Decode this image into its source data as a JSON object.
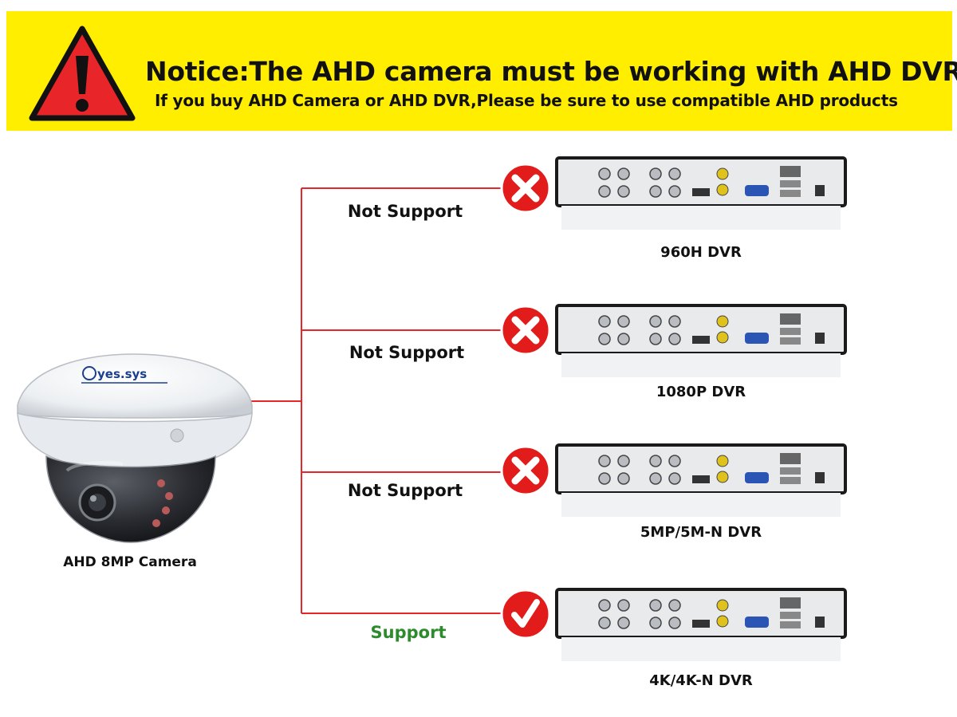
{
  "banner": {
    "title": "Notice:The AHD camera must be working with AHD DVR!",
    "subtitle": "If you buy AHD Camera or AHD DVR,Please be sure to use compatible AHD products",
    "background_color": "#ffee00",
    "icon": "warning-triangle-icon"
  },
  "camera": {
    "brand": "yes.sys",
    "label": "AHD 8MP Camera"
  },
  "connections": [
    {
      "status": "Not Support",
      "supported": false,
      "icon": "x-mark-icon",
      "dvr": "960H DVR"
    },
    {
      "status": "Not Support",
      "supported": false,
      "icon": "x-mark-icon",
      "dvr": "1080P DVR"
    },
    {
      "status": "Not Support",
      "supported": false,
      "icon": "x-mark-icon",
      "dvr": "5MP/5M-N DVR"
    },
    {
      "status": "Support",
      "supported": true,
      "icon": "check-mark-icon",
      "dvr": "4K/4K-N DVR"
    }
  ],
  "colors": {
    "wire": "#e8262a",
    "badge": "#e21b1b",
    "support_text": "#2d8a2d"
  }
}
